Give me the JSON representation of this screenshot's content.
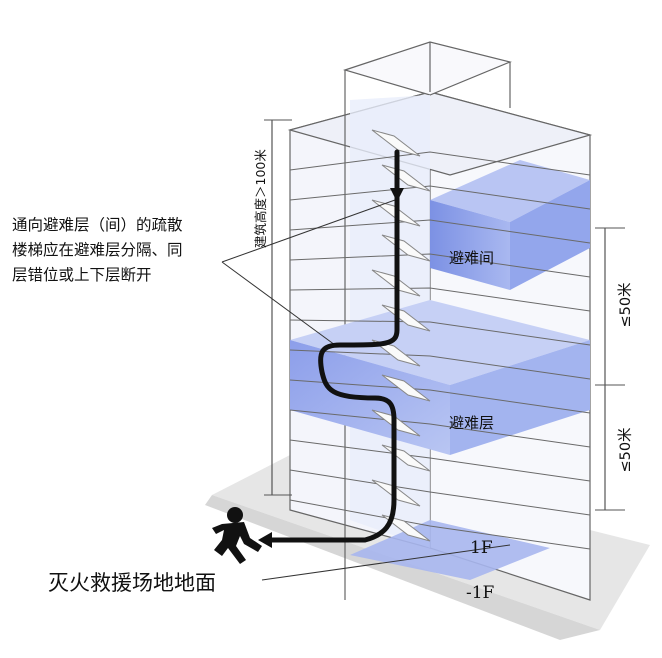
{
  "annotation": {
    "line1": "通向避难层（间）的疏散",
    "line2": "楼梯应在避难层分隔、同",
    "line3": "层错位或上下层断开"
  },
  "vertical_label": "建筑高度＞100米",
  "dims": {
    "upper": "≤50米",
    "lower": "≤50米"
  },
  "zones": {
    "refuge_room": "避难间",
    "refuge_floor": "避难层"
  },
  "floors": {
    "ground": "1F",
    "basement": "-1F"
  },
  "ground_label": "灭火救援场地地面",
  "colors": {
    "refuge_fill": "#8fa3ea",
    "refuge_light": "#c9d3f6",
    "ground": "#e4e4e4",
    "outline": "#555555",
    "path": "#111111"
  }
}
